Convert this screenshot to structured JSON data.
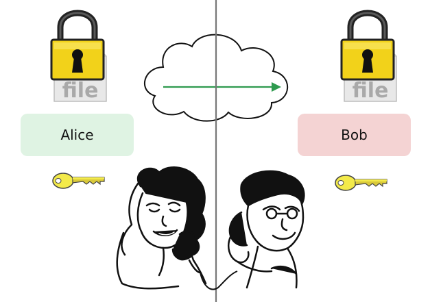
{
  "alice": {
    "name": "Alice",
    "box_color": "#dff3e3"
  },
  "bob": {
    "name": "Bob",
    "box_color": "#f4d3d3"
  },
  "file_label": "file",
  "colors": {
    "lock_body": "#f2d21a",
    "lock_shackle": "#2a2a2a",
    "file_paper": "#e6e6e6",
    "file_text": "#a8a8a8",
    "key": "#f3ea4a",
    "arrow": "#2e9a4e",
    "divider": "#777777"
  },
  "icons": {
    "left_document": "locked-file-icon",
    "right_document": "locked-file-icon",
    "left_key": "key-icon",
    "right_key": "key-icon",
    "network": "cloud-icon",
    "people": "phone-call-illustration"
  }
}
